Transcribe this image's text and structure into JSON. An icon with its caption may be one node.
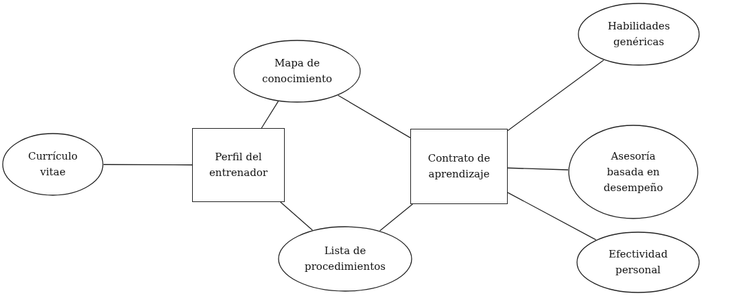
{
  "diagram": {
    "nodes": [
      {
        "text": [
          "Mapa de conocimiento"
        ]
      },
      {
        "text": [
          "Habilidades genéricas"
        ]
      },
      {
        "text": [
          "Currículo vitae"
        ]
      },
      {
        "text": [
          "Perfil del entrenador"
        ]
      },
      {
        "text": [
          "Contrato de aprendizaje"
        ]
      },
      {
        "text": [
          "Asesoría basada en desempeño"
        ]
      },
      {
        "text": [
          "Lista de procedimientos"
        ]
      },
      {
        "text": [
          "Efectividad personal"
        ]
      }
    ],
    "edges": [
      {
        "from": 2,
        "to": 3,
        "arrow": "none"
      },
      {
        "from": 3,
        "to": 0,
        "arrow": "none"
      },
      {
        "from": 3,
        "to": 6,
        "arrow": "none"
      },
      {
        "from": 0,
        "to": 4,
        "arrow": "none"
      },
      {
        "from": 6,
        "to": 4,
        "arrow": "none"
      },
      {
        "from": 4,
        "to": 1,
        "arrow": "none"
      },
      {
        "from": 4,
        "to": 5,
        "arrow": "none"
      },
      {
        "from": 4,
        "to": 7,
        "arrow": "none"
      }
    ]
  }
}
